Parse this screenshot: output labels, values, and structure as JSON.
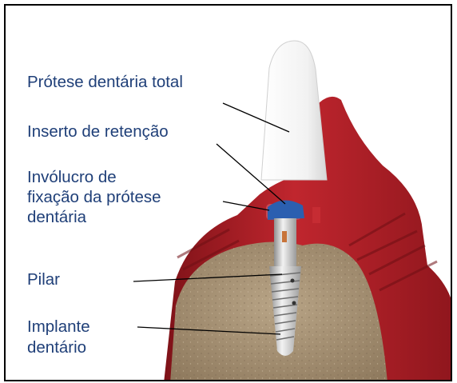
{
  "labels": {
    "total_prosthesis": "Prótese dentária total",
    "retention_insert": "Inserto de retenção",
    "fixation_housing": [
      "Invólucro de",
      "fixação da prótese",
      "dentária"
    ],
    "abutment": "Pilar",
    "implant": [
      "Implante",
      "dentário"
    ]
  },
  "colors": {
    "label_text": "#1f3f78",
    "leader_line": "#000000",
    "gum": "#b5222b",
    "bone": "#a89376",
    "tooth": "#f4f4f4",
    "retention_insert": "#2b5fb0",
    "implant_metal": "#c8c8c8"
  }
}
